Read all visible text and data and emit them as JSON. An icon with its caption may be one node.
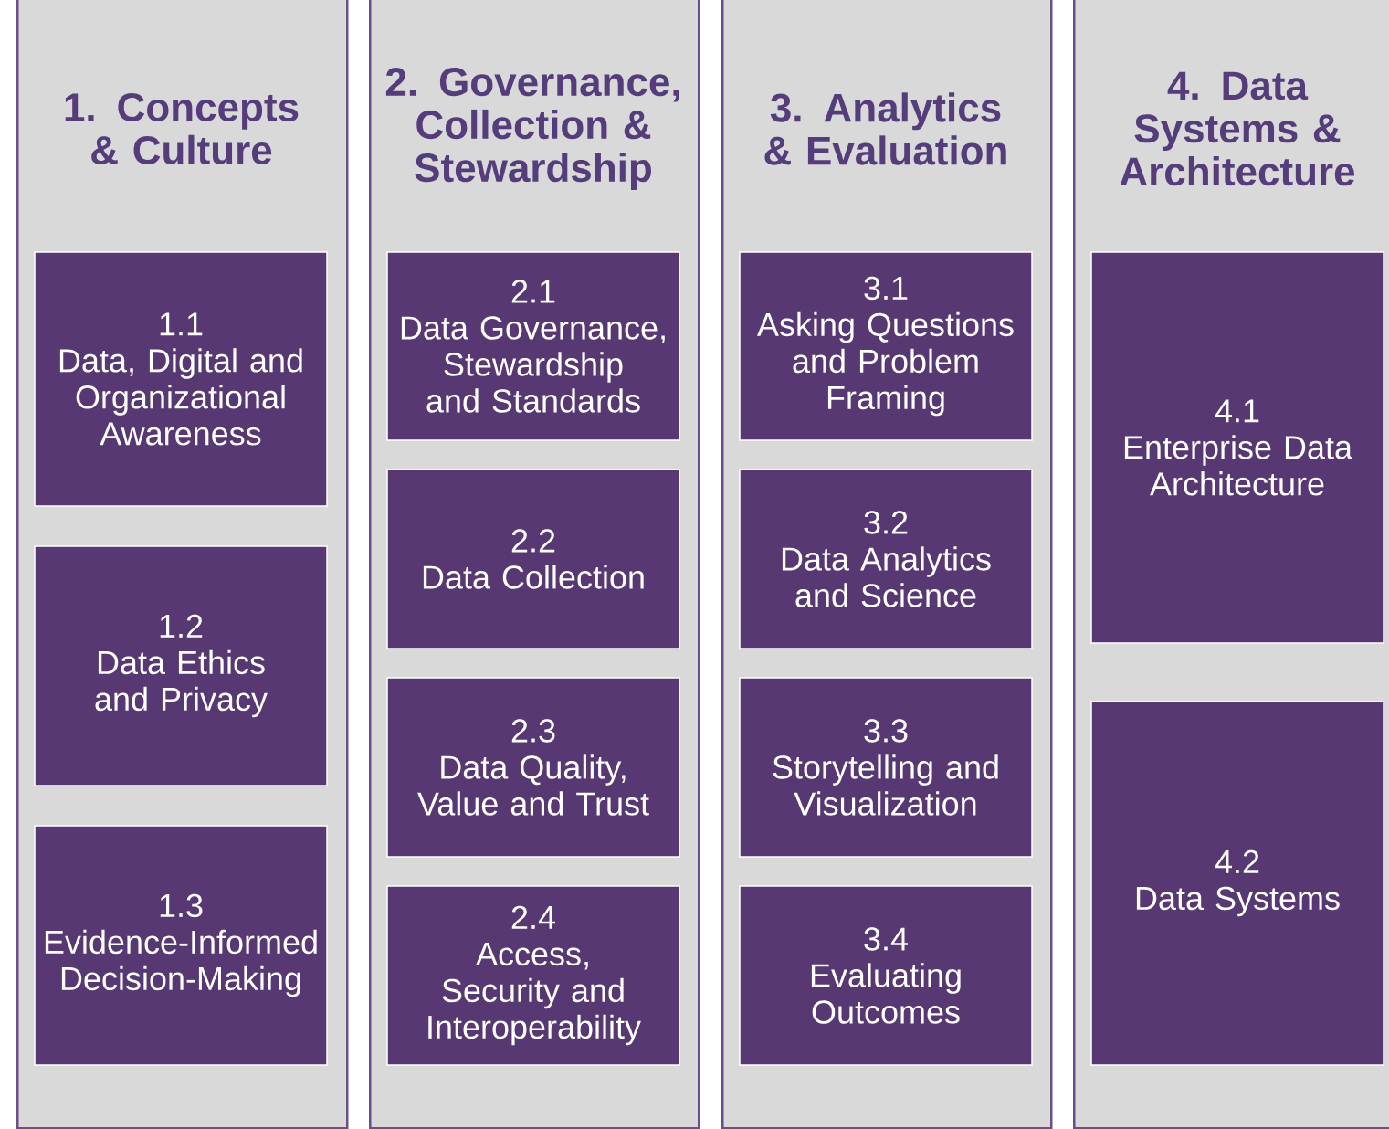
{
  "diagram": {
    "nodes": [
      {
        "text": [
          "1. Concepts & Culture"
        ]
      },
      {
        "text": [
          "1.1",
          "Data, Digital and Organizational Awareness"
        ],
        "in": 0
      },
      {
        "text": [
          "1.2",
          "Data Ethics and Privacy"
        ],
        "in": 0
      },
      {
        "text": [
          "1.3",
          "Evidence-Informed Decision-Making"
        ],
        "in": 0
      },
      {
        "text": [
          "2. Governance, Collection & Stewardship"
        ]
      },
      {
        "text": [
          "2.1",
          "Data Governance, Stewardship and Standards"
        ],
        "in": 4
      },
      {
        "text": [
          "2.2",
          "Data Collection"
        ],
        "in": 4
      },
      {
        "text": [
          "2.3",
          "Data Quality, Value and Trust"
        ],
        "in": 4
      },
      {
        "text": [
          "2.4",
          "Access, Security and Interoperability"
        ],
        "in": 4
      },
      {
        "text": [
          "3. Analytics & Evaluation"
        ]
      },
      {
        "text": [
          "3.1",
          "Asking Questions and Problem Framing"
        ],
        "in": 9
      },
      {
        "text": [
          "3.2",
          "Data Analytics and Science"
        ],
        "in": 9
      },
      {
        "text": [
          "3.3",
          "Storytelling and Visualization"
        ],
        "in": 9
      },
      {
        "text": [
          "3.4",
          "Evaluating Outcomes"
        ],
        "in": 9
      },
      {
        "text": [
          "4. Data Systems & Architecture"
        ]
      },
      {
        "text": [
          "4.1",
          "Enterprise Data Architecture"
        ],
        "in": 14
      },
      {
        "text": [
          "4.2",
          "Data Systems"
        ],
        "in": 14
      }
    ]
  }
}
